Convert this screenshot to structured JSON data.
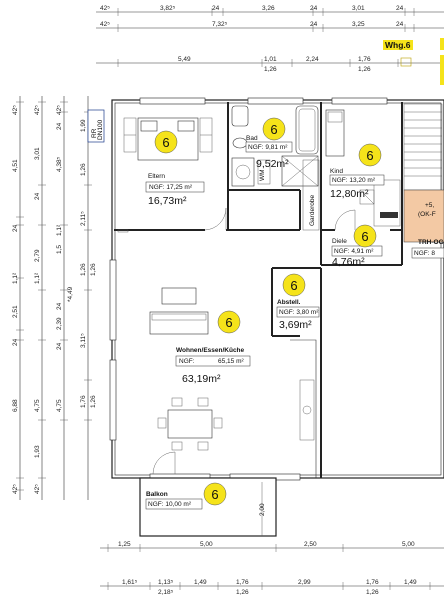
{
  "plan": {
    "unit_label": "Whg.6",
    "badge_value": "6",
    "colors": {
      "badge_fill": "#f5e31a",
      "unit_label_fill": "#f5e31a",
      "stair_fill": "#f3c9a4"
    },
    "rooms": [
      {
        "id": "eltern",
        "name": "Eltern",
        "ngf": "NGF: 17,25 m²",
        "area": "16,73m²"
      },
      {
        "id": "bad",
        "name": "Bad",
        "ngf": "NGF: 9,81 m²",
        "area": "9,52m²",
        "extra": "WM"
      },
      {
        "id": "kind",
        "name": "Kind",
        "ngf": "NGF: 13,20 m²",
        "area": "12,80m²"
      },
      {
        "id": "diele",
        "name": "Diele",
        "ngf": "NGF: 4,91 m²",
        "area": "4,76m²",
        "extra": "Garderobe"
      },
      {
        "id": "abstell",
        "name": "Abstell.",
        "ngf": "NGF: 3,80 m²",
        "area": "3,69m²"
      },
      {
        "id": "wohnen",
        "name": "Wohnen/Essen/Küche",
        "ngf": "NGF:",
        "ngf_value": "65,15 m²",
        "area": "63,19m²"
      },
      {
        "id": "balkon",
        "name": "Balkon",
        "ngf": "NGF: 10,00 m²"
      }
    ],
    "stair": {
      "line1": "+5,",
      "line2": "(OK-F",
      "line3": "TRH-OG",
      "line4": "NGF: 8"
    },
    "rr_label": "RR",
    "rr_sub": "DN100",
    "balkon_depth": "2,00",
    "top_dims": {
      "row1": [
        "42⁵",
        "3,82⁵",
        "24",
        "3,26",
        "24",
        "3,01",
        "24"
      ],
      "row2": [
        "42⁵",
        "7,32⁵",
        "24",
        "3,25",
        "24"
      ],
      "row3": [
        "5,49",
        "1,01",
        "2,24",
        "1,76"
      ],
      "row3_sub": [
        "1,26",
        "1,26"
      ]
    },
    "left_dims": {
      "col1": [
        "42⁵",
        "4,51",
        "24",
        "1,1²",
        "2,51",
        "24",
        "6,88",
        "42⁵"
      ],
      "col2": [
        "42⁵",
        "3,01",
        "24",
        "2,79",
        "1,1²",
        "4,75",
        "1,93",
        "42⁵"
      ],
      "col3": [
        "42⁵",
        "24",
        "4,38⁵",
        "1,5",
        "24",
        "2,39",
        "24",
        "4,75"
      ],
      "col3_sub": [
        "1,1²"
      ],
      "col4": [
        "1,99",
        "1,26",
        "2,11⁵",
        "1,26",
        "3,11⁵",
        "1,76",
        "1,26"
      ],
      "col4_extra": [
        "*4,49"
      ]
    },
    "bottom_dims": {
      "row1": [
        "1,25",
        "5,00",
        "2,50",
        "5,00"
      ],
      "row2": [
        "1,61⁵",
        "1,13⁵",
        "1,49",
        "1,76",
        "2,99",
        "1,76",
        "1,49"
      ],
      "row2_sub": [
        "2,18⁵",
        "1,26",
        "1,26"
      ]
    }
  }
}
